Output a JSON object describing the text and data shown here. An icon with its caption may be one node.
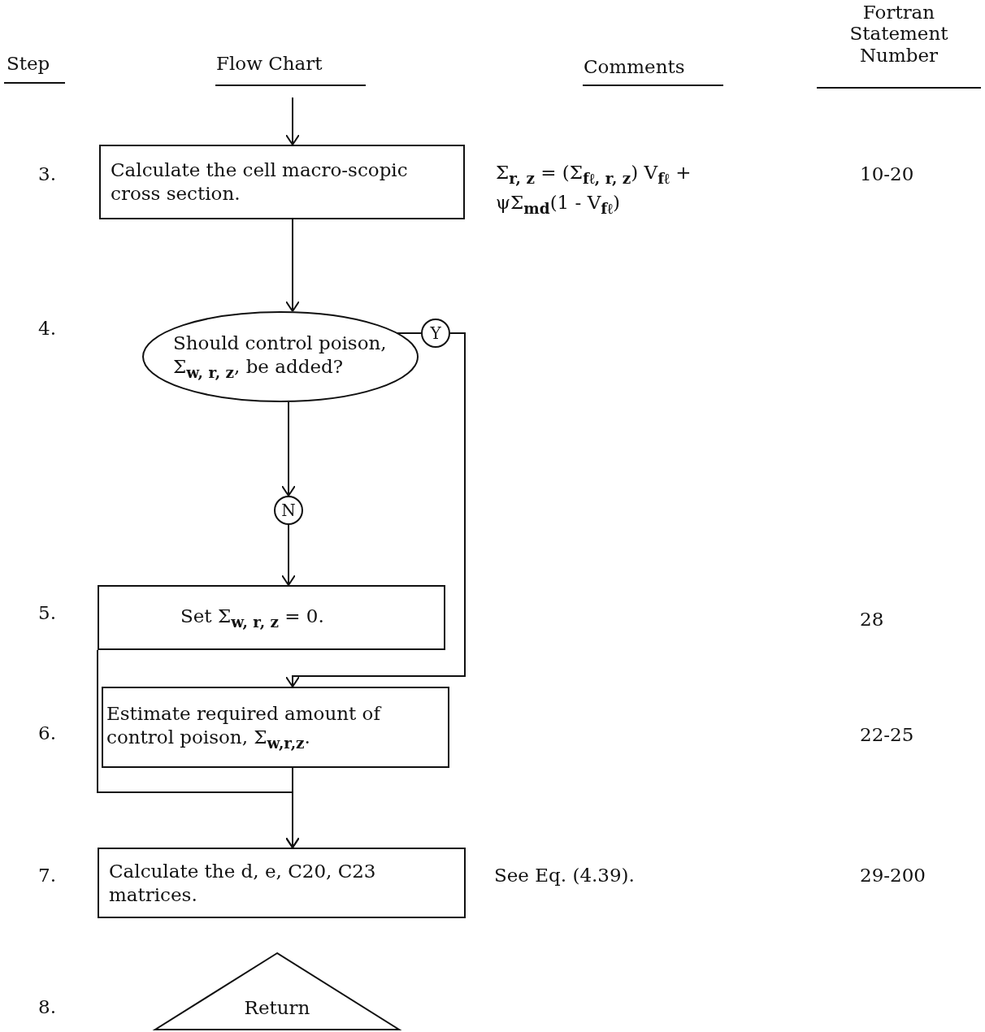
{
  "diagram": {
    "nodes": [
      {
        "text": [
          "Calculate the cell macro-scopic cross section."
        ]
      },
      {
        "text": [
          "Should control poison, Σ$_{w, r, z}$, be added?"
        ]
      },
      {
        "text": [
          "Y"
        ]
      },
      {
        "text": [
          "N"
        ]
      },
      {
        "text": [
          "Set Σ$_{w, r, z}$ = 0."
        ]
      },
      {
        "text": [
          "Estimate required amount of control poison, Σ$_{w,r,z}$."
        ]
      },
      {
        "text": [
          "Calculate the d, e, C20, C23 matrices."
        ]
      },
      {
        "text": [
          "Return"
        ]
      }
    ],
    "edges": [
      {
        "from": null,
        "to": 0,
        "arrow": "to"
      },
      {
        "from": 0,
        "to": 1,
        "arrow": "to"
      },
      {
        "from": 1,
        "to": 2,
        "arrow": "none"
      },
      {
        "from": 1,
        "to": 3,
        "arrow": "to"
      },
      {
        "from": 3,
        "to": 4,
        "arrow": "to"
      },
      {
        "from": 2,
        "to": 5,
        "arrow": "to"
      },
      {
        "from": 4,
        "to": 6,
        "arrow": "to"
      },
      {
        "from": 5,
        "to": 6,
        "arrow": "to"
      }
    ],
    "labels": [
      "Step",
      "Flow Chart",
      "Comments",
      "Fortran Statement Number",
      "3.",
      "Σ$_{r, z}$ = (Σ$_{fℓ, r, z}$) V$_{fℓ}$ + ψΣ$_{md}$(1 - V$_{fℓ}$)",
      "10-20",
      "4.",
      "5.",
      "28",
      "6.",
      "22-25",
      "7.",
      "See Eq. (4.39).",
      "29-200",
      "8."
    ]
  }
}
